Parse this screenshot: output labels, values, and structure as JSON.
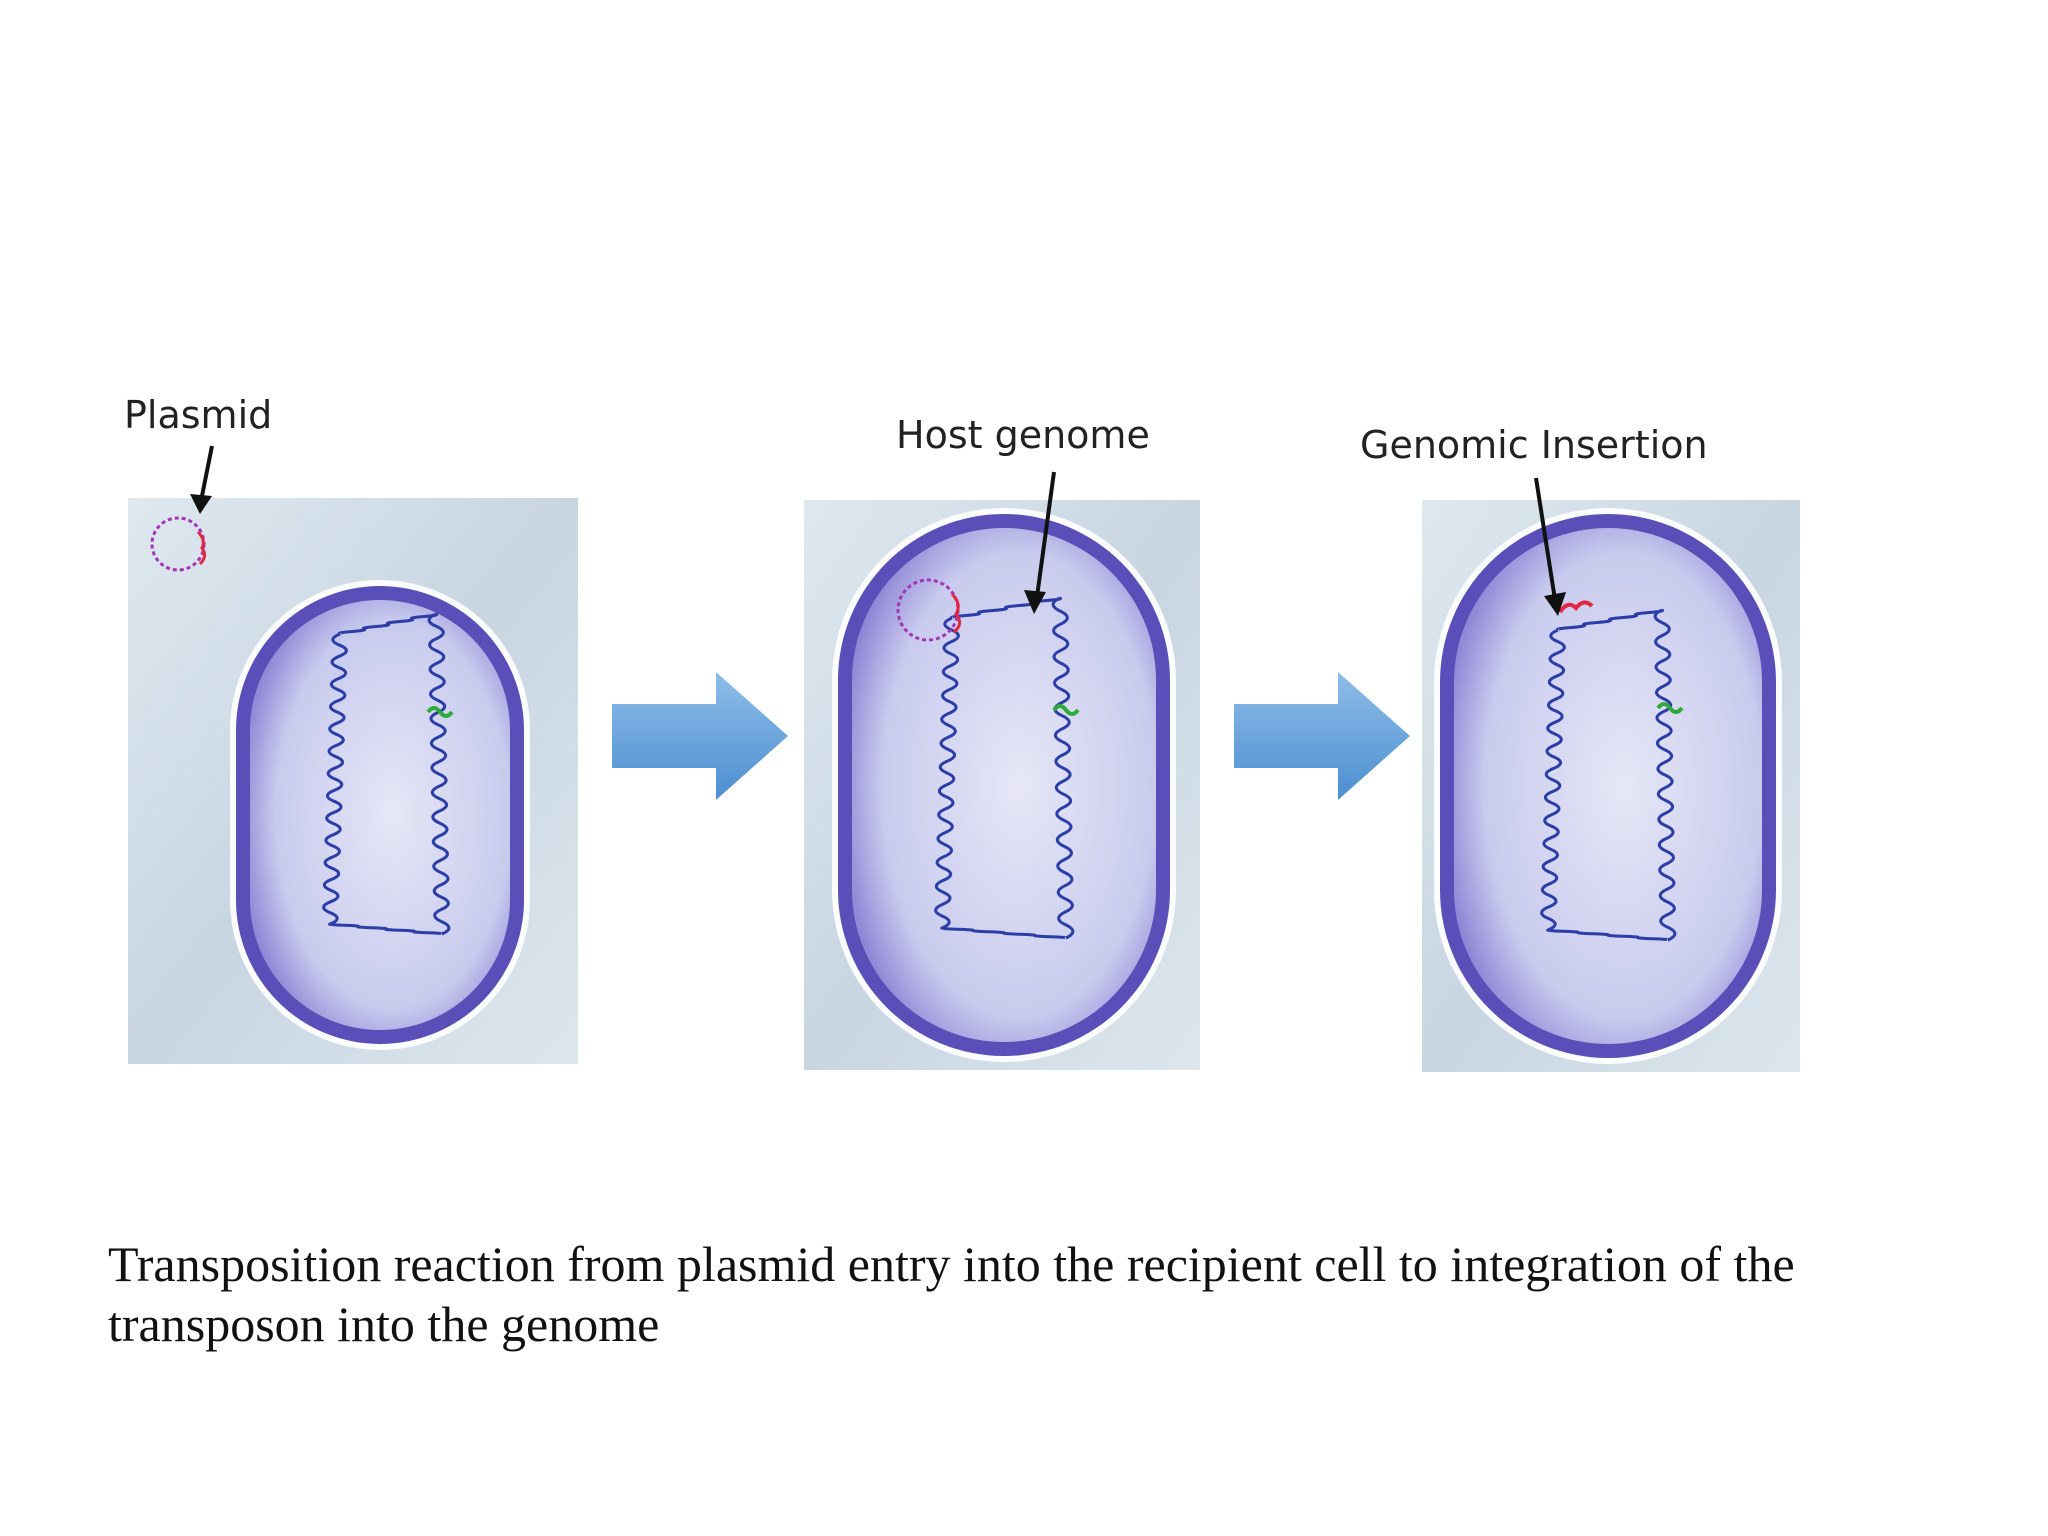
{
  "labels": {
    "plasmid": "Plasmid",
    "host_genome": "Host genome",
    "genomic_insertion": "Genomic Insertion"
  },
  "caption": "Transposition reaction from plasmid entry into the recipient cell to integration of the transposon into the genome",
  "colors": {
    "panel_background": "#cfdce6",
    "cell_wall": "#4b3fa6",
    "cell_interior": "#d9dcf2",
    "chromosome": "#2b3ea8",
    "plasmid": "#a236b8",
    "transposon": "#e3263f",
    "insertion_site": "#2eaa3a",
    "flow_arrow": "#6aa3d9"
  },
  "icons": {
    "flow_arrow": "right-arrow-icon",
    "callout_arrow": "down-arrow-icon"
  }
}
